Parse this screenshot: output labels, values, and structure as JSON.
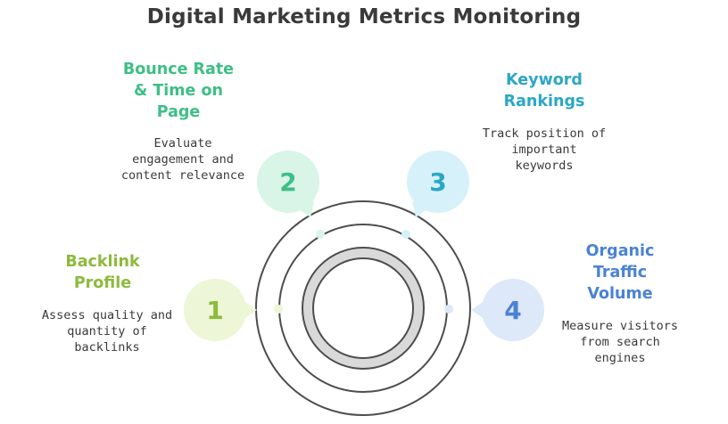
{
  "title": "Digital Marketing Metrics Monitoring",
  "steps": [
    {
      "number": "1",
      "heading": [
        "Backlink",
        "Profile"
      ],
      "description": [
        "Assess quality and",
        "quantity of",
        "backlinks"
      ],
      "color": "#8dba3c",
      "fill": "#edf6d6"
    },
    {
      "number": "2",
      "heading": [
        "Bounce Rate",
        "& Time on",
        "Page"
      ],
      "description": [
        "Evaluate",
        "engagement and",
        "content relevance"
      ],
      "color": "#3dbf86",
      "fill": "#d8f5e7"
    },
    {
      "number": "3",
      "heading": [
        "Keyword",
        "Rankings"
      ],
      "description": [
        "Track position of",
        "important",
        "keywords"
      ],
      "color": "#2ba7c6",
      "fill": "#d6f1f9"
    },
    {
      "number": "4",
      "heading": [
        "Organic",
        "Traffic",
        "Volume"
      ],
      "description": [
        "Measure visitors",
        "from search",
        "engines"
      ],
      "color": "#4a82d4",
      "fill": "#dde8f9"
    }
  ]
}
